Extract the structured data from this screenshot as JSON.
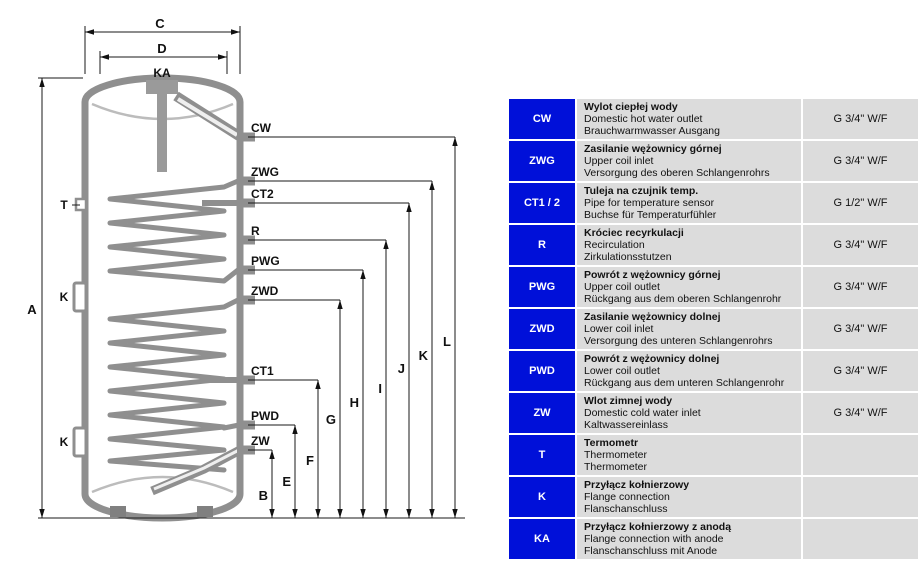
{
  "colors": {
    "table_code_bg": "#0010d9",
    "table_cell_bg": "#dcdcdc"
  },
  "diagram": {
    "dims": {
      "a": "A",
      "b": "B",
      "c": "C",
      "d": "D",
      "e": "E",
      "f": "F",
      "g": "G",
      "h": "H",
      "i": "I",
      "j": "J",
      "k": "K",
      "l": "L"
    },
    "ports": {
      "ka": "KA",
      "cw": "CW",
      "zwg": "ZWG",
      "ct2": "CT2",
      "r": "R",
      "pwg": "PWG",
      "zwd": "ZWD",
      "ct1": "CT1",
      "pwd": "PWD",
      "zw": "ZW",
      "t": "T",
      "k_upper": "K",
      "k_lower": "K"
    }
  },
  "table": {
    "rows": [
      {
        "code": "CW",
        "name_pl": "Wylot ciepłej wody",
        "name_en": "Domestic hot water outlet",
        "name_de": "Brauchwarmwasser Ausgang",
        "size": "G 3/4\" W/F"
      },
      {
        "code": "ZWG",
        "name_pl": "Zasilanie wężownicy górnej",
        "name_en": "Upper coil inlet",
        "name_de": "Versorgung des oberen Schlangenrohrs",
        "size": "G 3/4\" W/F"
      },
      {
        "code": "CT1 / 2",
        "name_pl": "Tuleja na czujnik temp.",
        "name_en": "Pipe for temperature sensor",
        "name_de": "Buchse für Temperaturfühler",
        "size": "G 1/2\" W/F"
      },
      {
        "code": "R",
        "name_pl": "Króciec recyrkulacji",
        "name_en": "Recirculation",
        "name_de": "Zirkulationsstutzen",
        "size": "G 3/4\" W/F"
      },
      {
        "code": "PWG",
        "name_pl": "Powrót z wężownicy górnej",
        "name_en": "Upper coil outlet",
        "name_de": "Rückgang aus dem oberen Schlangenrohr",
        "size": "G 3/4\" W/F"
      },
      {
        "code": "ZWD",
        "name_pl": "Zasilanie wężownicy dolnej",
        "name_en": "Lower coil inlet",
        "name_de": "Versorgung des unteren Schlangenrohrs",
        "size": "G 3/4\" W/F"
      },
      {
        "code": "PWD",
        "name_pl": "Powrót z wężownicy dolnej",
        "name_en": "Lower coil outlet",
        "name_de": "Rückgang aus dem unteren Schlangenrohr",
        "size": "G 3/4\" W/F"
      },
      {
        "code": "ZW",
        "name_pl": "Wlot zimnej wody",
        "name_en": "Domestic cold water inlet",
        "name_de": "Kaltwassereinlass",
        "size": "G 3/4\" W/F"
      },
      {
        "code": "T",
        "name_pl": "Termometr",
        "name_en": "Thermometer",
        "name_de": "Thermometer",
        "size": ""
      },
      {
        "code": "K",
        "name_pl": "Przyłącz kołnierzowy",
        "name_en": "Flange connection",
        "name_de": "Flanschanschluss",
        "size": ""
      },
      {
        "code": "KA",
        "name_pl": "Przyłącz kołnierzowy z anodą",
        "name_en": "Flange connection with anode",
        "name_de": "Flanschanschluss mit Anode",
        "size": ""
      }
    ]
  }
}
